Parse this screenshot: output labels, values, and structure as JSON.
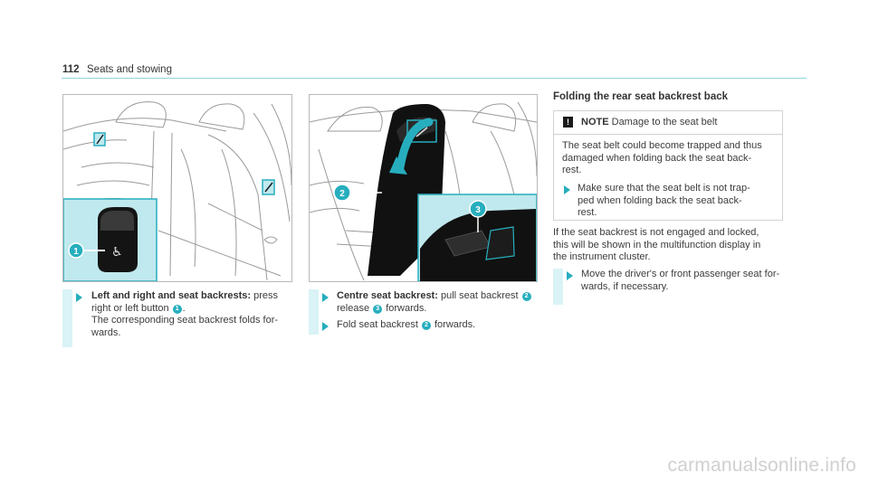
{
  "header": {
    "page_number": "112",
    "section_title": "Seats and stowing"
  },
  "column1": {
    "step1": {
      "bold": "Left and right and seat backrests:",
      "text_a": "press",
      "text_b": "right or left button",
      "callout": "1",
      "text_c": ".",
      "line3": "The corresponding seat backrest folds for-",
      "line4": "wards."
    },
    "figure_callout": "1"
  },
  "column2": {
    "step1": {
      "bold": "Centre seat backrest:",
      "text_a": "pull seat backrest",
      "callout_a": "2",
      "line2_a": "release",
      "callout_b": "3",
      "line2_b": "forwards."
    },
    "step2": {
      "text_a": "Fold seat backrest",
      "callout": "2",
      "text_b": "forwards."
    },
    "figure_callouts": [
      "2",
      "3"
    ]
  },
  "column3": {
    "heading": "Folding the rear seat backrest back",
    "note": {
      "icon": "!",
      "label": "NOTE",
      "title": "Damage to the seat belt",
      "body_lines": [
        "The seat belt could become trapped and thus",
        "damaged when folding back the seat back-",
        "rest."
      ],
      "step_lines": [
        "Make sure that the seat belt is not trap-",
        "ped when folding back the seat back-",
        "rest."
      ]
    },
    "para_lines": [
      "If the seat backrest is not engaged and locked,",
      "this will be shown in the multifunction display in",
      "the instrument cluster."
    ],
    "step_lines": [
      "Move the driver's or front passenger seat for-",
      "wards, if necessary."
    ]
  },
  "watermark": "carmanualsonline.info",
  "colors": {
    "accent": "#27aebe",
    "inset_bg": "#bfe9ee",
    "step_bar": "#d9f3f6"
  }
}
